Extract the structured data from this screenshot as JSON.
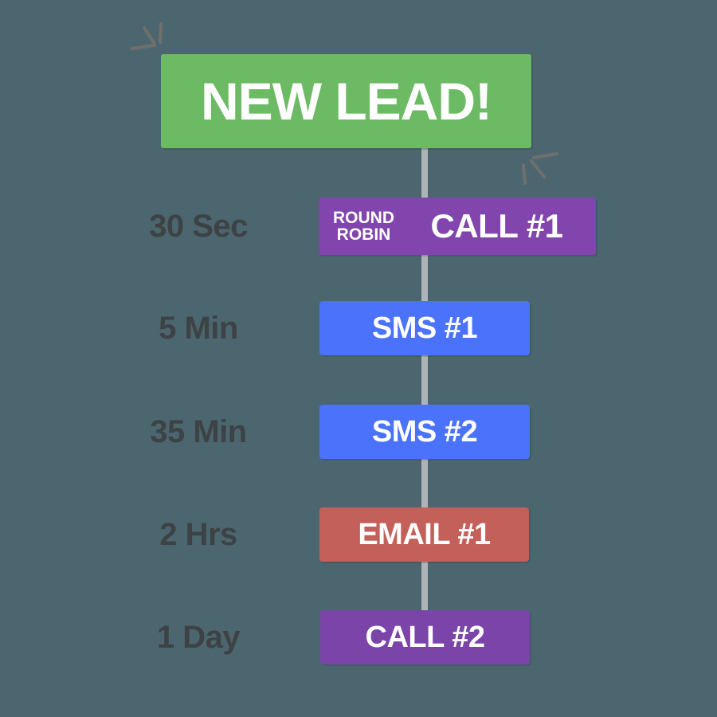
{
  "canvas": {
    "background_color": "#4c6670",
    "connector_color": "#aeb4b6"
  },
  "hero": {
    "label": "NEW LEAD!",
    "color": "#6cba63",
    "text_color": "#ffffff"
  },
  "decorations": {
    "top_left_sparks": "spark-burst-icon",
    "bottom_right_sparks": "spark-burst-icon",
    "stroke_color": "#6f6f6b"
  },
  "timeline": {
    "steps": [
      {
        "time": "30 Sec",
        "badge": "ROUND\nROBIN",
        "badge_line1": "ROUND",
        "badge_line2": "ROBIN",
        "label": "CALL #1",
        "color": "#8145ad",
        "channel": "call"
      },
      {
        "time": "5 Min",
        "badge": "",
        "label": "SMS #1",
        "color": "#4a72fb",
        "channel": "sms"
      },
      {
        "time": "35 Min",
        "badge": "",
        "label": "SMS #2",
        "color": "#4a72fb",
        "channel": "sms"
      },
      {
        "time": "2 Hrs",
        "badge": "",
        "label": "EMAIL #1",
        "color": "#c4605a",
        "channel": "email"
      },
      {
        "time": "1 Day",
        "badge": "",
        "label": "CALL #2",
        "color": "#7b44a8",
        "channel": "call"
      }
    ]
  }
}
